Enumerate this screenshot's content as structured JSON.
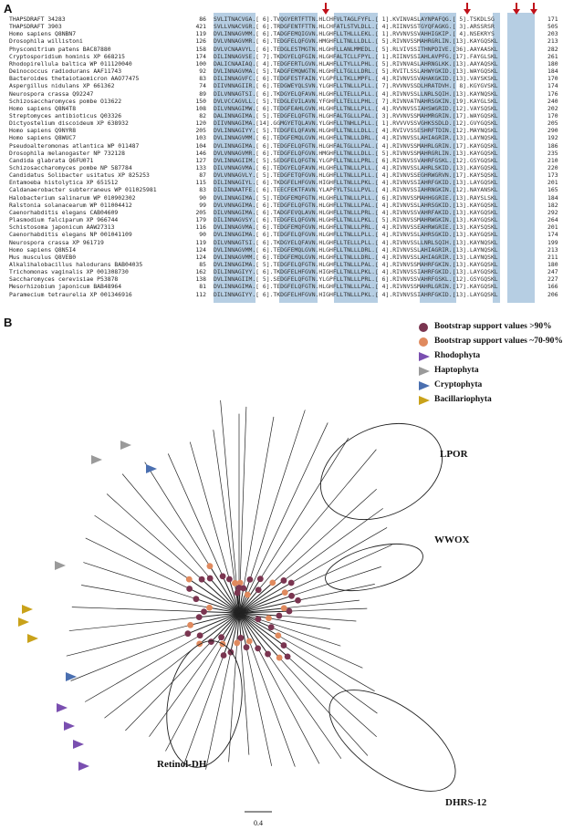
{
  "panel_a": {
    "letter": "A",
    "rows": [
      {
        "species": "THAPSDRAFT 34283",
        "start": "86",
        "seq": "SVLITNACVGA.[ 6].TVQGYERTFTTN.HLCHFVLTAGLFYFL.[ 1].KVINVASLAYNPAFQG.[ 5].TSKDLSG",
        "end": "171"
      },
      {
        "species": "THAPSDRAFT 3903",
        "start": "421",
        "seq": "SVLLVNACVGR.[ 6].TRDGFENTFTTN.HLCHFATLSTVLDLL.[ 4].RIINVSSTGYQFAGKG.[ 3].ARSSRSR",
        "end": "505"
      },
      {
        "species": "Homo sapiens Q8NBN7",
        "start": "119",
        "seq": "DVLINNAGVMM.[ 6].TADGFEMQIGVN.HLGHFLLTHLLLEKL.[ 1].RVVNVSSVAHHIGKIP.[ 4].NSEKRYS",
        "end": "203"
      },
      {
        "species": "Drosophila willistoni",
        "start": "126",
        "seq": "DVLVNNAGVMR.[ 6].TEDGFELQFGVN.HMGHFLLTNLLLDLL.[ 5].RIVNVSSMAHRGRLIN.[13].KAYGQSKL",
        "end": "213"
      },
      {
        "species": "Physcomitrium patens BAC87880",
        "start": "158",
        "seq": "DVLVCNAAVYL.[ 6].TEDGLESTMGTN.HLGHFLLANLMMEDL.[ 5].RLVIVSSITHNPDIVE.[36].AAYAASKL",
        "end": "282"
      },
      {
        "species": "Cryptosporidium hominis XP 668215",
        "start": "174",
        "seq": "DILINNAGVSE.[ 7].TKDGYELQFGIN.HLGHFALTCLLFPYL.[ 1].RIINVSSIAHLAVPFG.[17].FAYGLSKL",
        "end": "261"
      },
      {
        "species": "Rhodopirellula baltica WP 011120040",
        "start": "100",
        "seq": "DALICNAAIAQ.[ 4].TEDGFERTLGVN.HLAHFLLTYLLLPHL.[ 5].RIVNVASLAHRNGLKK.[13].AAYAQSKL",
        "end": "180"
      },
      {
        "species": "Deinococcus radiodurans AAF11743",
        "start": "92",
        "seq": "DVLINNAGVMA.[ 5].TADGFEMQWGTN.HLGHFLLTGLLLDRL.[ 5].RVITLSSLAHWYGKID.[13].WAYGQSKL",
        "end": "184"
      },
      {
        "species": "Bacteroides thetaiotaomicron AAO77475",
        "start": "83",
        "seq": "DILINNAGVFC.[ 6].TEDGFESTFAIN.YLGPFLLTKLLMPFL.[ 4].RIVNVSSVAHAKGKID.[13].VAYSKSKL",
        "end": "170"
      },
      {
        "species": "Aspergillus nidulans XP 661362",
        "start": "74",
        "seq": "DIIVNNAGIIR.[ 6].TEDGWEYQLSVN.YLGHFLLTNLLLPLL.[ 7].RVVNVSSDLHRATDVH.[ 8].KGYGVSKL",
        "end": "174"
      },
      {
        "species": "Neurospora crassa Q92247",
        "start": "89",
        "seq": "DILVNNAGTSI.[ 6].TKDGYELQFAVN.HLGHFLLTELLLPLL.[ 4].RIVNVSSLLNRLSQIH.[13].KAYNQSKL",
        "end": "176"
      },
      {
        "species": "Schizosaccharomyces pombe O13622",
        "start": "150",
        "seq": "DVLVCCAGVLL.[ 5].TEDGLEVILAVN.YFGHFLLTELLLPHL.[ 7].RIVNVATNAHRSGKIN.[19].KAYGLSKL",
        "end": "240"
      },
      {
        "species": "Homo sapiens Q8N4T8",
        "start": "108",
        "seq": "DILVNNAGIMW.[ 6].TEDGFEAHLGVN.HLGHFLLTNLLLPLL.[ 4].RVVNVSSIAHSWGRID.[12].VAYSQSKL",
        "end": "202"
      },
      {
        "species": "Streptomyces antibioticus Q03326",
        "start": "82",
        "seq": "DALINNAGIMA.[ 5].TEDGFELQFGTN.HLGHFALTGLLLPAL.[ 3].RVVNVSSMAHMRGRIN.[17].WAYGQSKL",
        "end": "170"
      },
      {
        "species": "Dictyostelium discoideum XP 638932",
        "start": "120",
        "seq": "DIIVNNAGIMA.[14].GGMGYETQLAVN.YLGHFLLTNHLLPLL.[ 1].RVVVVSSVGHKSSDLD.[12].GVYGQSKL",
        "end": "205"
      },
      {
        "species": "Homo sapiens Q9NYR8",
        "start": "205",
        "seq": "DVLINNAGIYY.[ 5].TEDGFELQFAVN.HLGHFLLTNLLLDLL.[ 4].RVIVVSSESHRFTDIN.[12].MAYNQSKL",
        "end": "290"
      },
      {
        "species": "Homo sapiens Q8WUC7",
        "start": "103",
        "seq": "DVLINNAGVMM.[ 6].TEDGFEMQLGVN.HLGHFLLTNLLLDRL.[ 4].RIVNVSSLAHIAGRIR.[13].LAYNQSKL",
        "end": "192"
      },
      {
        "species": "Pseudoalteromonas atlantica WP 011487",
        "start": "104",
        "seq": "DVLINNAGIMA.[ 6].TEDGFELQFGTN.HLGHFALTGLLLPAL.[ 4].RIVNVSSMAHRLGRIN.[17].KAYGQSKL",
        "end": "186"
      },
      {
        "species": "Drosophila melanogaster NP 732128",
        "start": "146",
        "seq": "DVLVNNAGVMR.[ 6].TEDGFELQFGVN.HMGHFLLTNLLLDLL.[ 5].RIVNVSSMAHRGRLIN.[13].KAYGQSKL",
        "end": "235"
      },
      {
        "species": "Candida glabrata Q6FU071",
        "start": "127",
        "seq": "DVLINNAGIIM.[ 5].SEDGFELQFGTN.YLGPFLLTNLLLPRL.[ 6].RIVNVSSVAHRFGSKL.[12].GSYGQSKL",
        "end": "210"
      },
      {
        "species": "Schizosaccharomyces pombe NP 587784",
        "start": "133",
        "seq": "DILVNNAGVMA.[ 6].TEDGYELQFAVN.HLGHFLLTNLLLPLL.[ 4].RIVNVSSLAHRLSKID.[13].KAYGQSKL",
        "end": "220"
      },
      {
        "species": "Candidatus Solibacter usitatus XP 825253",
        "start": "87",
        "seq": "DVLVNNAGVLY.[ 5].TEDGFETQFGVN.HLGHFLLTNLLLPLL.[ 4].RIVNVSSEGHRWGRVN.[17].KAYSQSKL",
        "end": "173"
      },
      {
        "species": "Entamoeba histolytica XP 651512",
        "start": "115",
        "seq": "DILINNAGIYL.[ 6].TKDGFELHFGVN.HIGHFLLTNLLLPKL.[ 4].RIVNVSSIAHRFGKID.[13].LAYGQSKL",
        "end": "201"
      },
      {
        "species": "Caldanaerobacter subterraneus WP 011025981",
        "start": "83",
        "seq": "DILINNAATFE.[ 6].TEECFEKTFAVN.YLAPFYLTSLLLPVL.[ 4].RIVNVSSIAHRNGKIN.[12].NAYANSKL",
        "end": "165"
      },
      {
        "species": "Halobacterium salinarum WP 010902302",
        "start": "90",
        "seq": "DVLINNAGIMA.[ 5].TEDGFEMQFGTN.HLGHFLLTNLLLPLL.[ 6].RIVNVSSMAHHGGRIE.[13].RAYSLSKL",
        "end": "184"
      },
      {
        "species": "Ralstonia solanacearum WP 011004412",
        "start": "99",
        "seq": "DVLVNNAGIMA.[ 6].TEDGFELQFGTN.HLGHFLLTNLLLPAL.[ 4].RIVNVSSLAHRSGKID.[13].KAYGQSKL",
        "end": "182"
      },
      {
        "species": "Caenorhabditis elegans CAB04609",
        "start": "205",
        "seq": "DILVNNAGIMA.[ 6].TADGFEVQLAVN.HLGHFLLTNLLLPRL.[ 4].RIVNVSSVAHRFAKID.[13].KAYGQSKL",
        "end": "292"
      },
      {
        "species": "Plasmodium falciparum XP 966744",
        "start": "179",
        "seq": "DILINNAGVSY.[ 6].TEDGFELQFGVN.HLGHFLLTNLLLPKL.[ 5].RIVNVSSMAHRWGKIN.[13].KAYGQSKL",
        "end": "264"
      },
      {
        "species": "Schistosoma japonicum AAW27313",
        "start": "116",
        "seq": "DVLINNAGVMA.[ 6].TEDGFEMQFGVN.HLGHFLLTNLLLPRL.[ 4].RIVNVSSEAHRWGRIE.[13].KAYSQSKL",
        "end": "201"
      },
      {
        "species": "Caenorhabditis elegans NP 001041109",
        "start": "90",
        "seq": "DVLINNAGIMA.[ 6].TEDGFELQFGVN.HLGHFLLTNLLLPLL.[ 4].RIVNVSSLAHRSGKID.[13].KAYGQSKL",
        "end": "174"
      },
      {
        "species": "Neurospora crassa XP 961719",
        "start": "119",
        "seq": "DILVNNAGTSI.[ 6].TKDGYELQFAVN.HLGHFLLTELLLPLL.[ 4].RIVNVSSLLNRLSQIH.[13].KAYNQSKL",
        "end": "199"
      },
      {
        "species": "Homo sapiens Q8N5I4",
        "start": "124",
        "seq": "DVLINNAGVMM.[ 6].TEDGFEMQLGVN.HLGHFLLTNLLLDRL.[ 4].RIVNVSSLAHIAGRIR.[13].LAYNQSKL",
        "end": "213"
      },
      {
        "species": "Mus musculus Q8VEB0",
        "start": "124",
        "seq": "DVLINNAGVMM.[ 6].TEDGFEMQLGVN.HLGHFLLTNLLLDRL.[ 4].RIVNVSSLAHIAGRIR.[13].LAYNQSKL",
        "end": "211"
      },
      {
        "species": "Alkalihalobacillus halodurans BAB04035",
        "start": "85",
        "seq": "DVLINNAGIMA.[ 5].TEDGFELQFGTN.HLGHFLLTNLLLPAL.[ 4].RIVNVSSMAHRFGKIN.[13].KAYGQSKL",
        "end": "180"
      },
      {
        "species": "Trichomonas vaginalis XP 001308730",
        "start": "162",
        "seq": "DILINNAGIYY.[ 6].TKDGFELHFGVN.HIGHFLLTNLLLPKL.[ 4].RIVNVSSIAHRFGKID.[13].LAYGQSKL",
        "end": "247"
      },
      {
        "species": "Saccharomyces cerevisiae P53878",
        "start": "138",
        "seq": "DVLINNAGIIM.[ 5].SEDGFELQFGTN.YLGPFLLTNLLLPRL.[ 6].RIVNVSSVAHRFGSKL.[12].GSYGQSKL",
        "end": "227"
      },
      {
        "species": "Mesorhizobium japonicum BAB48964",
        "start": "81",
        "seq": "DVLINNAGIMA.[ 6].TEDGFELQFGTN.HLGHFLLTNLLLPAL.[ 4].RIVNVSSMAHRLGRIN.[17].KAYGQSKL",
        "end": "166"
      },
      {
        "species": "Paramecium tetraurelia XP 001346916",
        "start": "112",
        "seq": "DILINNAGIYY.[ 6].TKDGFELHFGVN.HIGHFLLTNLLLPKL.[ 4].RIVNVSSIAHRFGKID.[13].LAYGQSKL",
        "end": "206"
      }
    ]
  },
  "panel_b": {
    "letter": "B",
    "legend": [
      {
        "label": "Bootstrap support values >90%",
        "marker": "dot",
        "color": "#7a3550"
      },
      {
        "label": "Bootstrap support values ~70-90%",
        "marker": "dot",
        "color": "#e08a5e"
      },
      {
        "label": "Rhodophyta",
        "marker": "triangle",
        "color": "#7a4fb0"
      },
      {
        "label": "Haptophyta",
        "marker": "triangle",
        "color": "#9a9a9a"
      },
      {
        "label": "Cryptophyta",
        "marker": "triangle",
        "color": "#4a6fb0"
      },
      {
        "label": "Bacillariophyta",
        "marker": "triangle",
        "color": "#c9a21a"
      }
    ],
    "clades": {
      "lpor": "LPOR",
      "wwox": "WWOX",
      "retinol": "Retinol-DH",
      "dhrs": "DHRS-12"
    },
    "scale_label": "0.4",
    "colors": {
      "branch": "#222222",
      "dot_high": "#7a3550",
      "dot_mid": "#e08a5e",
      "highlight_red": "#c0111a"
    }
  }
}
